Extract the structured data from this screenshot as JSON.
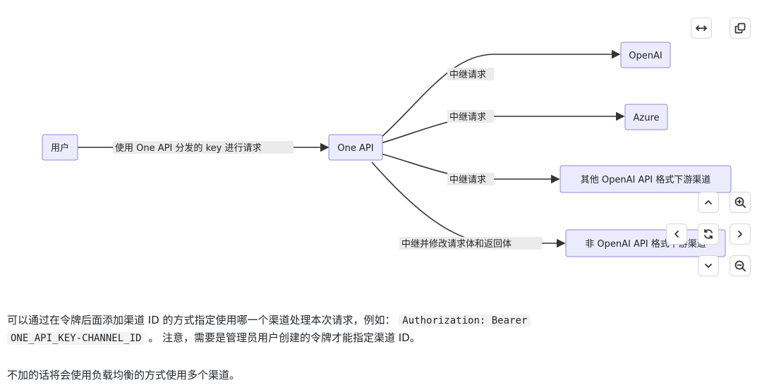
{
  "nodes": {
    "user": "用户",
    "one_api": "One API",
    "openai": "OpenAI",
    "azure": "Azure",
    "other_compatible": "其他 OpenAI API 格式下游渠道",
    "non_compatible": "非 OpenAI API 格式下游渠道"
  },
  "edges": {
    "request": "使用 One API 分发的 key 进行请求",
    "relay_openai": "中继请求",
    "relay_azure": "中继请求",
    "relay_other": "中继请求",
    "relay_modify": "中继并修改请求体和返回体"
  },
  "toolbar": {
    "expand_icon": "expand-width-icon",
    "copy_icon": "copy-icon"
  },
  "controls": {
    "pan_up": "chevron-up-icon",
    "pan_down": "chevron-down-icon",
    "pan_left": "chevron-left-icon",
    "pan_right": "chevron-right-icon",
    "reset": "reset-icon",
    "zoom_in": "zoom-in-icon",
    "zoom_out": "zoom-out-icon"
  },
  "text": {
    "para1_start": "可以通过在令牌后面添加渠道 ID 的方式指定使用哪一个渠道处理本次请求，例如：",
    "code1": "Authorization: Bearer",
    "code2": "ONE_API_KEY-CHANNEL_ID",
    "para1_end": "。 注意，需要是管理员用户创建的令牌才能指定渠道 ID。",
    "para2": "不加的话将会使用负载均衡的方式使用多个渠道。"
  }
}
